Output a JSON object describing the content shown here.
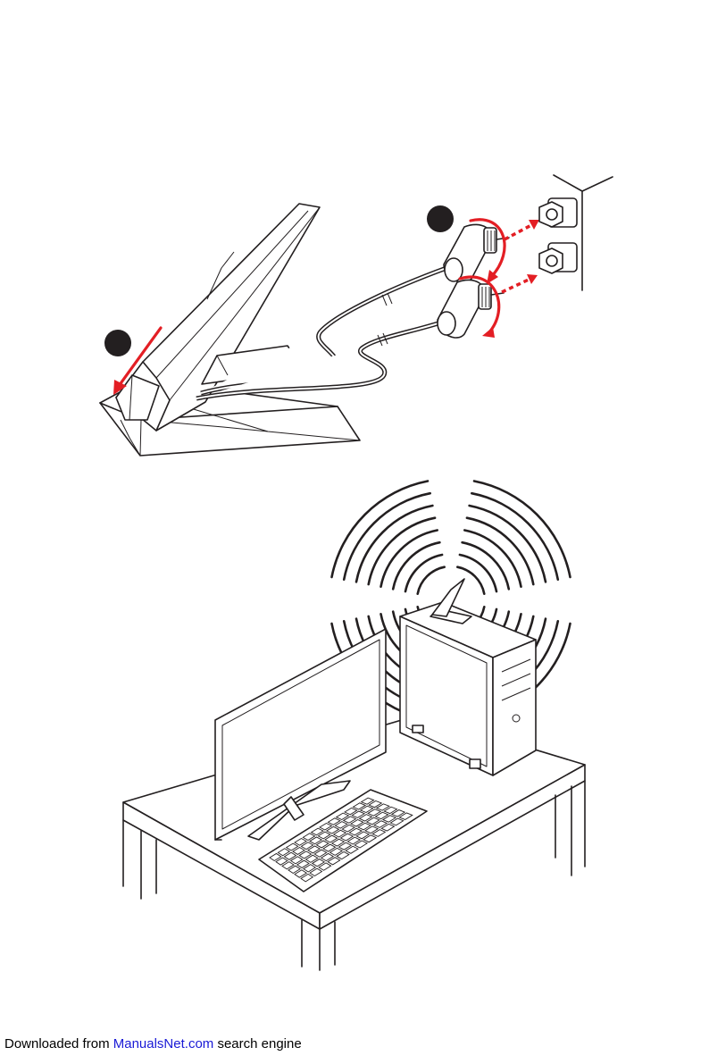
{
  "figure": {
    "top_illustration": "antenna-assembly",
    "bottom_illustration": "desktop-setup",
    "accent_color": "#e31e24",
    "line_color": "#231f20"
  },
  "footer": {
    "prefix": "Downloaded from ",
    "link_text": "ManualsNet.com",
    "suffix": " search engine"
  }
}
